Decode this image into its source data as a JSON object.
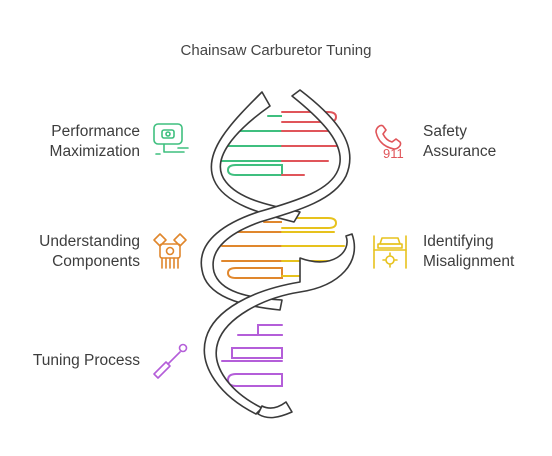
{
  "title": "Chainsaw Carburetor Tuning",
  "items": [
    {
      "id": "performance",
      "lines": [
        "Performance",
        "Maximization"
      ],
      "side": "left",
      "color": "#3fbf7f",
      "icon": "chainsaw-icon"
    },
    {
      "id": "safety",
      "lines": [
        "Safety",
        "Assurance"
      ],
      "side": "right",
      "color": "#e0555a",
      "icon": "emergency-phone-911-icon"
    },
    {
      "id": "components",
      "lines": [
        "Understanding",
        "Components"
      ],
      "side": "left",
      "color": "#e0872d",
      "icon": "engine-gear-icon"
    },
    {
      "id": "misalignment",
      "lines": [
        "Identifying",
        "Misalignment"
      ],
      "side": "right",
      "color": "#e7c21d",
      "icon": "car-lift-gear-icon"
    },
    {
      "id": "tuning",
      "lines": [
        "Tuning Process"
      ],
      "side": "left",
      "color": "#b45ed9",
      "icon": "screwdriver-icon"
    }
  ],
  "icon_text": {
    "emergency_number": "911"
  }
}
